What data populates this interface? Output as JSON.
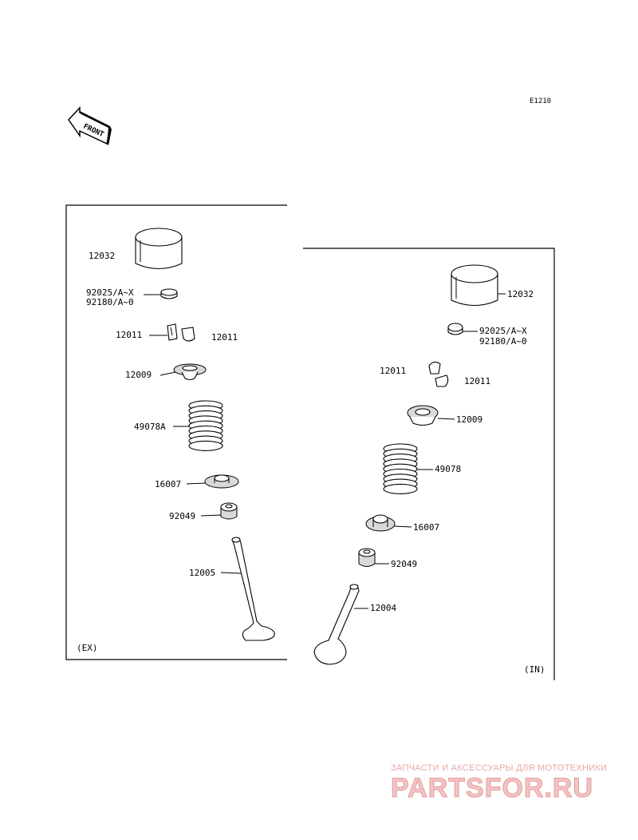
{
  "diagram_code": "E1210",
  "front_label": "FRONT",
  "exhaust": {
    "section_label": "(EX)",
    "parts": {
      "tappet": "12032",
      "shim": [
        "92025/A~X",
        "92180/A~0"
      ],
      "keeper_left": "12011",
      "keeper_right": "12011",
      "retainer": "12009",
      "spring": "49078A",
      "spring_seat": "16007",
      "stem_seal": "92049",
      "valve": "12005"
    }
  },
  "intake": {
    "section_label": "(IN)",
    "parts": {
      "tappet": "12032",
      "shim": [
        "92025/A~X",
        "92180/A~0"
      ],
      "keeper_left": "12011",
      "keeper_right": "12011",
      "retainer": "12009",
      "spring": "49078",
      "spring_seat": "16007",
      "stem_seal": "92049",
      "valve": "12004"
    }
  },
  "watermark": {
    "tagline": "ЗАПЧАСТИ И АКСЕССУАРЫ ДЛЯ МОТОТЕХНИКИ",
    "logo": "PARTSFOR.RU"
  }
}
